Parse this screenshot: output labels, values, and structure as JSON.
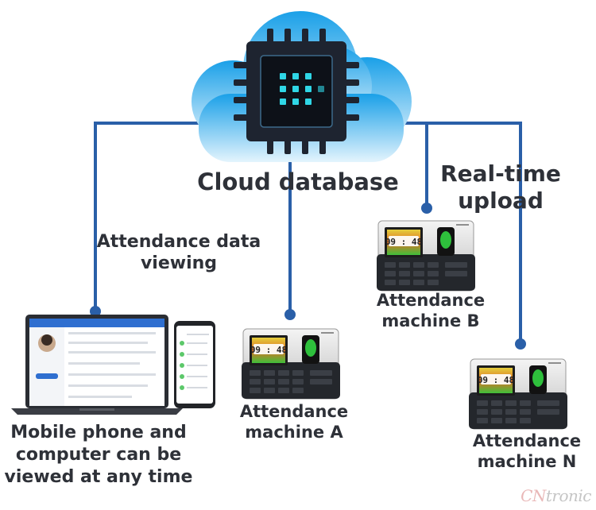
{
  "cloud": {
    "label": "Cloud database"
  },
  "upload": {
    "label": "Real-time upload"
  },
  "viewing": {
    "label": "Attendance data viewing"
  },
  "devices": {
    "a": {
      "name": "Attendance machine A",
      "clock": "09 : 48"
    },
    "b": {
      "name": "Attendance machine B",
      "clock": "09 : 48"
    },
    "n": {
      "name": "Attendance machine N",
      "clock": "09 : 48"
    }
  },
  "clients": {
    "label": "Mobile phone and computer can be viewed at any time"
  },
  "watermark": {
    "prefix": "CN",
    "rest": "tronic"
  },
  "colors": {
    "line": "#2a5fa8",
    "cloud": "#35a8e6",
    "chip": "#1e2430"
  }
}
